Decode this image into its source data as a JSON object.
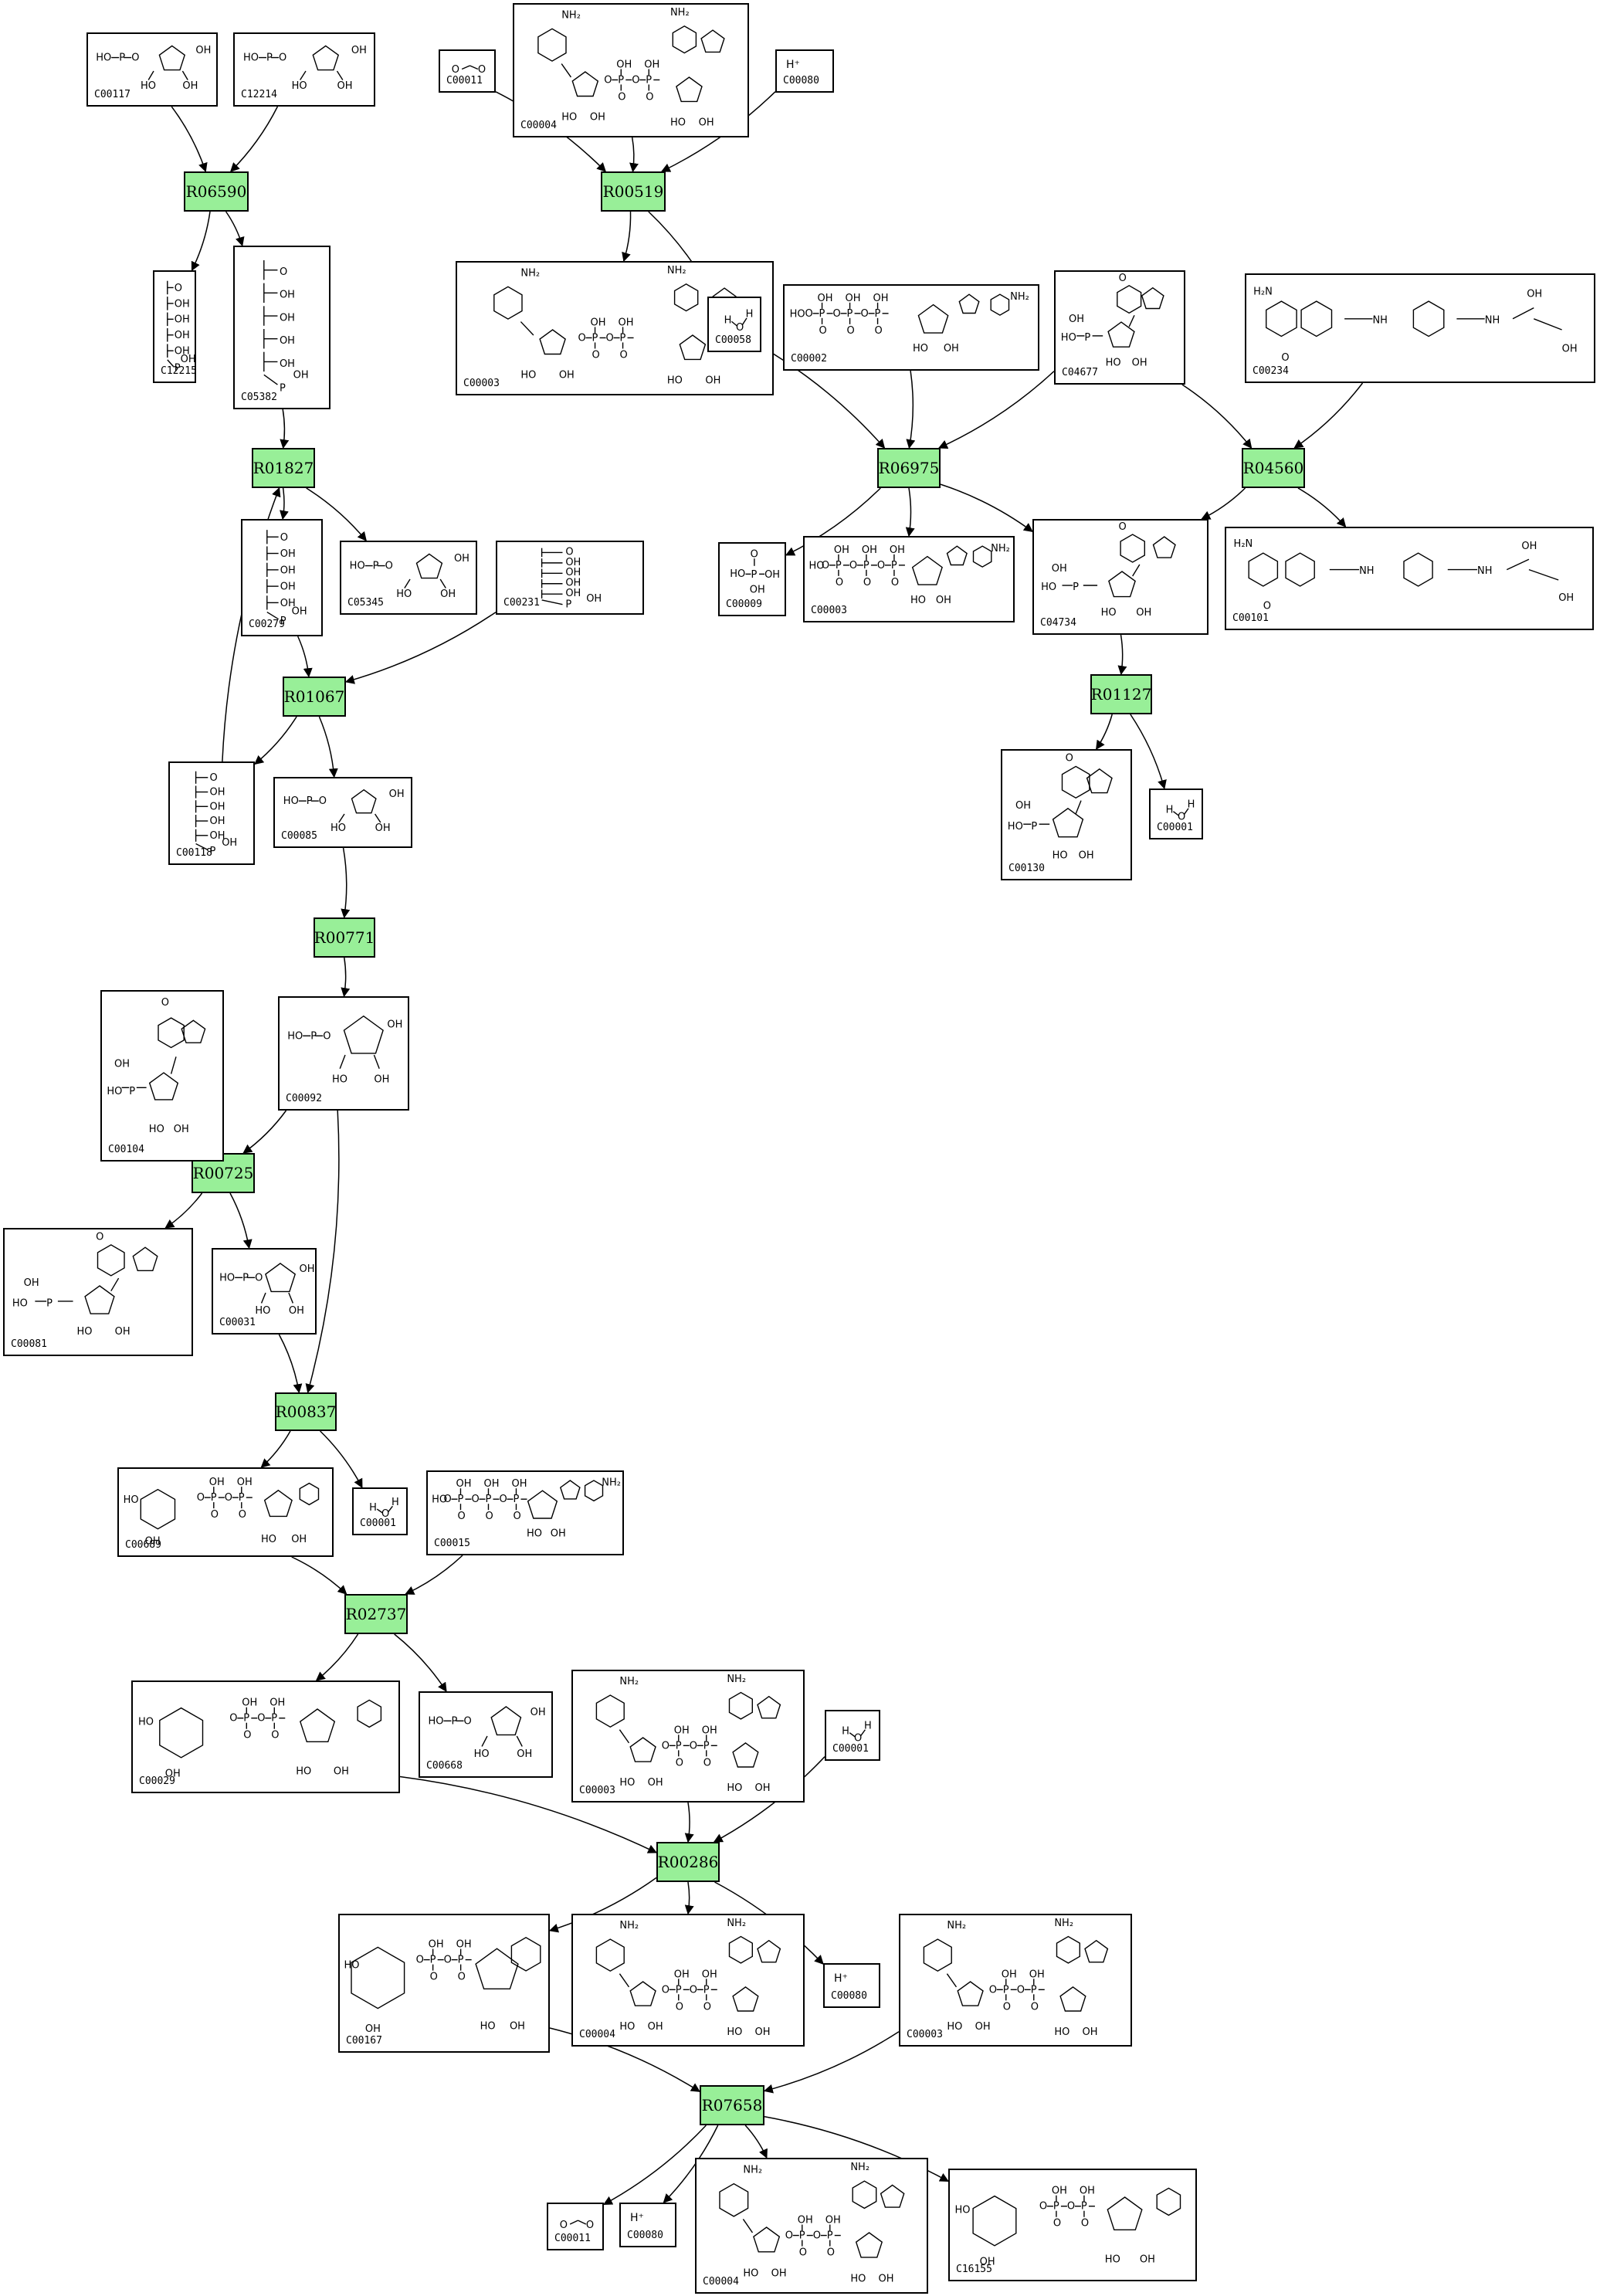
{
  "reactions": [
    {
      "id": "R06590"
    },
    {
      "id": "R00519"
    },
    {
      "id": "R01827"
    },
    {
      "id": "R06975"
    },
    {
      "id": "R04560"
    },
    {
      "id": "R01067"
    },
    {
      "id": "R01127"
    },
    {
      "id": "R00771"
    },
    {
      "id": "R00725"
    },
    {
      "id": "R00837"
    },
    {
      "id": "R02737"
    },
    {
      "id": "R00286"
    },
    {
      "id": "R07658"
    }
  ],
  "compounds": [
    {
      "id": "C00117"
    },
    {
      "id": "C12214"
    },
    {
      "id": "C00011"
    },
    {
      "id": "C00004"
    },
    {
      "id": "C00080"
    },
    {
      "id": "C12215"
    },
    {
      "id": "C05382"
    },
    {
      "id": "C00003"
    },
    {
      "id": "C00058"
    },
    {
      "id": "C00002"
    },
    {
      "id": "C04677"
    },
    {
      "id": "C00234"
    },
    {
      "id": "C00279"
    },
    {
      "id": "C05345"
    },
    {
      "id": "C00231"
    },
    {
      "id": "C00009"
    },
    {
      "id": "C00003"
    },
    {
      "id": "C04734"
    },
    {
      "id": "C00101"
    },
    {
      "id": "C00118"
    },
    {
      "id": "C00085"
    },
    {
      "id": "C00130"
    },
    {
      "id": "C00001"
    },
    {
      "id": "C00104"
    },
    {
      "id": "C00092"
    },
    {
      "id": "C00081"
    },
    {
      "id": "C00031"
    },
    {
      "id": "C00689"
    },
    {
      "id": "C00001"
    },
    {
      "id": "C00015"
    },
    {
      "id": "C00029"
    },
    {
      "id": "C00668"
    },
    {
      "id": "C00003"
    },
    {
      "id": "C00001"
    },
    {
      "id": "C00167"
    },
    {
      "id": "C00004"
    },
    {
      "id": "C00080"
    },
    {
      "id": "C00003"
    },
    {
      "id": "C00011"
    },
    {
      "id": "C00080"
    },
    {
      "id": "C00004"
    },
    {
      "id": "C16155"
    }
  ],
  "formula_labels": {
    "proton": "H⁺"
  },
  "colors": {
    "reaction_fill": "#98ef98",
    "border": "#000000",
    "edge": "#000000"
  }
}
